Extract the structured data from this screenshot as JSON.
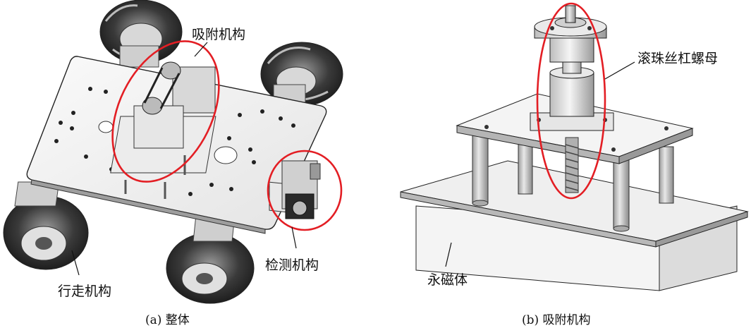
{
  "figure_a": {
    "caption": "(a)  整体",
    "labels": {
      "adsorption": "吸附机构",
      "detection": "检测机构",
      "walking": "行走机构"
    }
  },
  "figure_b": {
    "caption": "(b)  吸附机构",
    "labels": {
      "ball_screw_nut": "滚珠丝杠螺母",
      "magnet": "永磁体"
    }
  },
  "colors": {
    "highlight": "#e31e24",
    "line": "#222222",
    "metal_light": "#efefef",
    "metal_mid": "#cfcfcf",
    "metal_dark": "#6a6a6a"
  }
}
